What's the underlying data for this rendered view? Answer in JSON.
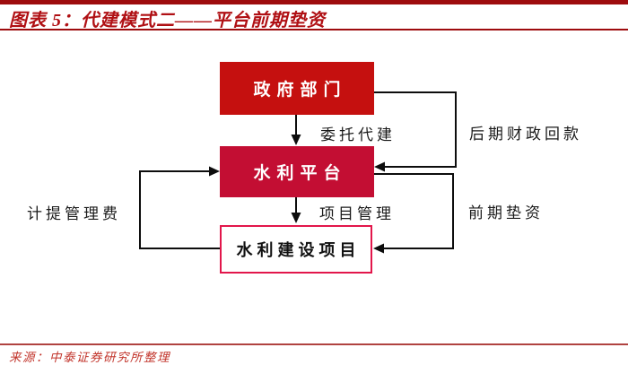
{
  "header": {
    "title": "图表 5：代建模式二——平台前期垫资"
  },
  "diagram": {
    "nodes": [
      {
        "id": "gov",
        "label": "政府部门"
      },
      {
        "id": "platform",
        "label": "水利平台"
      },
      {
        "id": "project",
        "label": "水利建设项目"
      }
    ],
    "edges": [
      {
        "from": "gov",
        "to": "platform",
        "label": "委托代建"
      },
      {
        "from": "platform",
        "to": "project",
        "label": "项目管理"
      },
      {
        "from": "gov",
        "to": "platform",
        "label": "后期财政回款"
      },
      {
        "from": "platform",
        "to": "project",
        "label": "前期垫资"
      },
      {
        "from": "project",
        "to": "platform",
        "label": "计提管理费"
      }
    ]
  },
  "footer": {
    "source": "来源：中泰证券研究所整理"
  },
  "colors": {
    "accent_dark_red": "#9e0c0e",
    "title_red": "#b01014",
    "node_gov_fill": "#c5100f",
    "node_platform_fill": "#c30e33",
    "node_project_border": "#e2164b",
    "arrow_black": "#0d0d0d",
    "footer_red": "#c2352c"
  }
}
